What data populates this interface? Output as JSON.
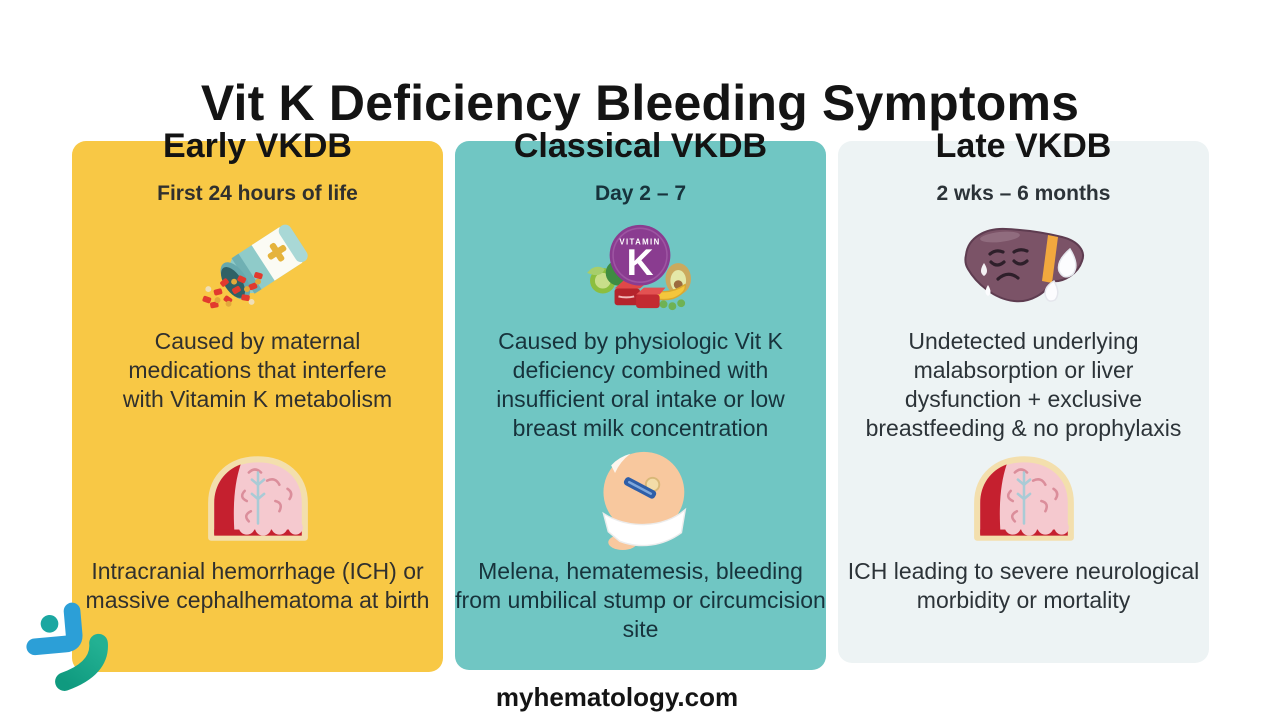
{
  "page": {
    "title": "Vit K Deficiency Bleeding Symptoms",
    "footer": "myhematology.com",
    "background": "#ffffff"
  },
  "colors": {
    "early_card": "#F8C845",
    "classical_card": "#70C6C3",
    "late_card": "#EDF3F4",
    "title_text": "#141414",
    "early_body_text": "#30302e",
    "classical_body_text": "#17333c",
    "late_body_text": "#2c3338",
    "vitamin_k_purple": "#8A3C90",
    "hemorrhage_red": "#C5202F",
    "logo_blue": "#2C9FD7",
    "logo_teal": "#1BA7A1",
    "logo_green": "#17A188"
  },
  "columns": [
    {
      "title": "Early VKDB",
      "timing": "First 24 hours of life",
      "cause_icon": "pill-bottle-icon",
      "cause": "Caused by maternal medications that interfere with Vitamin K metabolism",
      "symptom_icon": "brain-hemorrhage-icon",
      "symptoms": "Intracranial hemorrhage (ICH) or massive cephalhematoma at birth"
    },
    {
      "title": "Classical VKDB",
      "timing": "Day 2 – 7",
      "cause_icon": "vitamin-k-foods-icon",
      "cause": "Caused by physiologic Vit K deficiency combined with insufficient oral intake or low breast milk concentration",
      "symptom_icon": "newborn-umbilical-icon",
      "symptoms": "Melena, hematemesis, bleeding from umbilical stump or circumcision site"
    },
    {
      "title": "Late VKDB",
      "timing": "2 wks – 6 months",
      "cause_icon": "sad-liver-icon",
      "cause": "Undetected underlying malabsorption or liver dysfunction + exclusive breastfeeding & no prophylaxis",
      "symptom_icon": "brain-hemorrhage-icon",
      "symptoms": "ICH leading to severe neurological morbidity or mortality"
    }
  ],
  "logo": "myhematology-logo",
  "vitamin_k_badge": {
    "line1": "VITAMIN",
    "line2": "K"
  }
}
